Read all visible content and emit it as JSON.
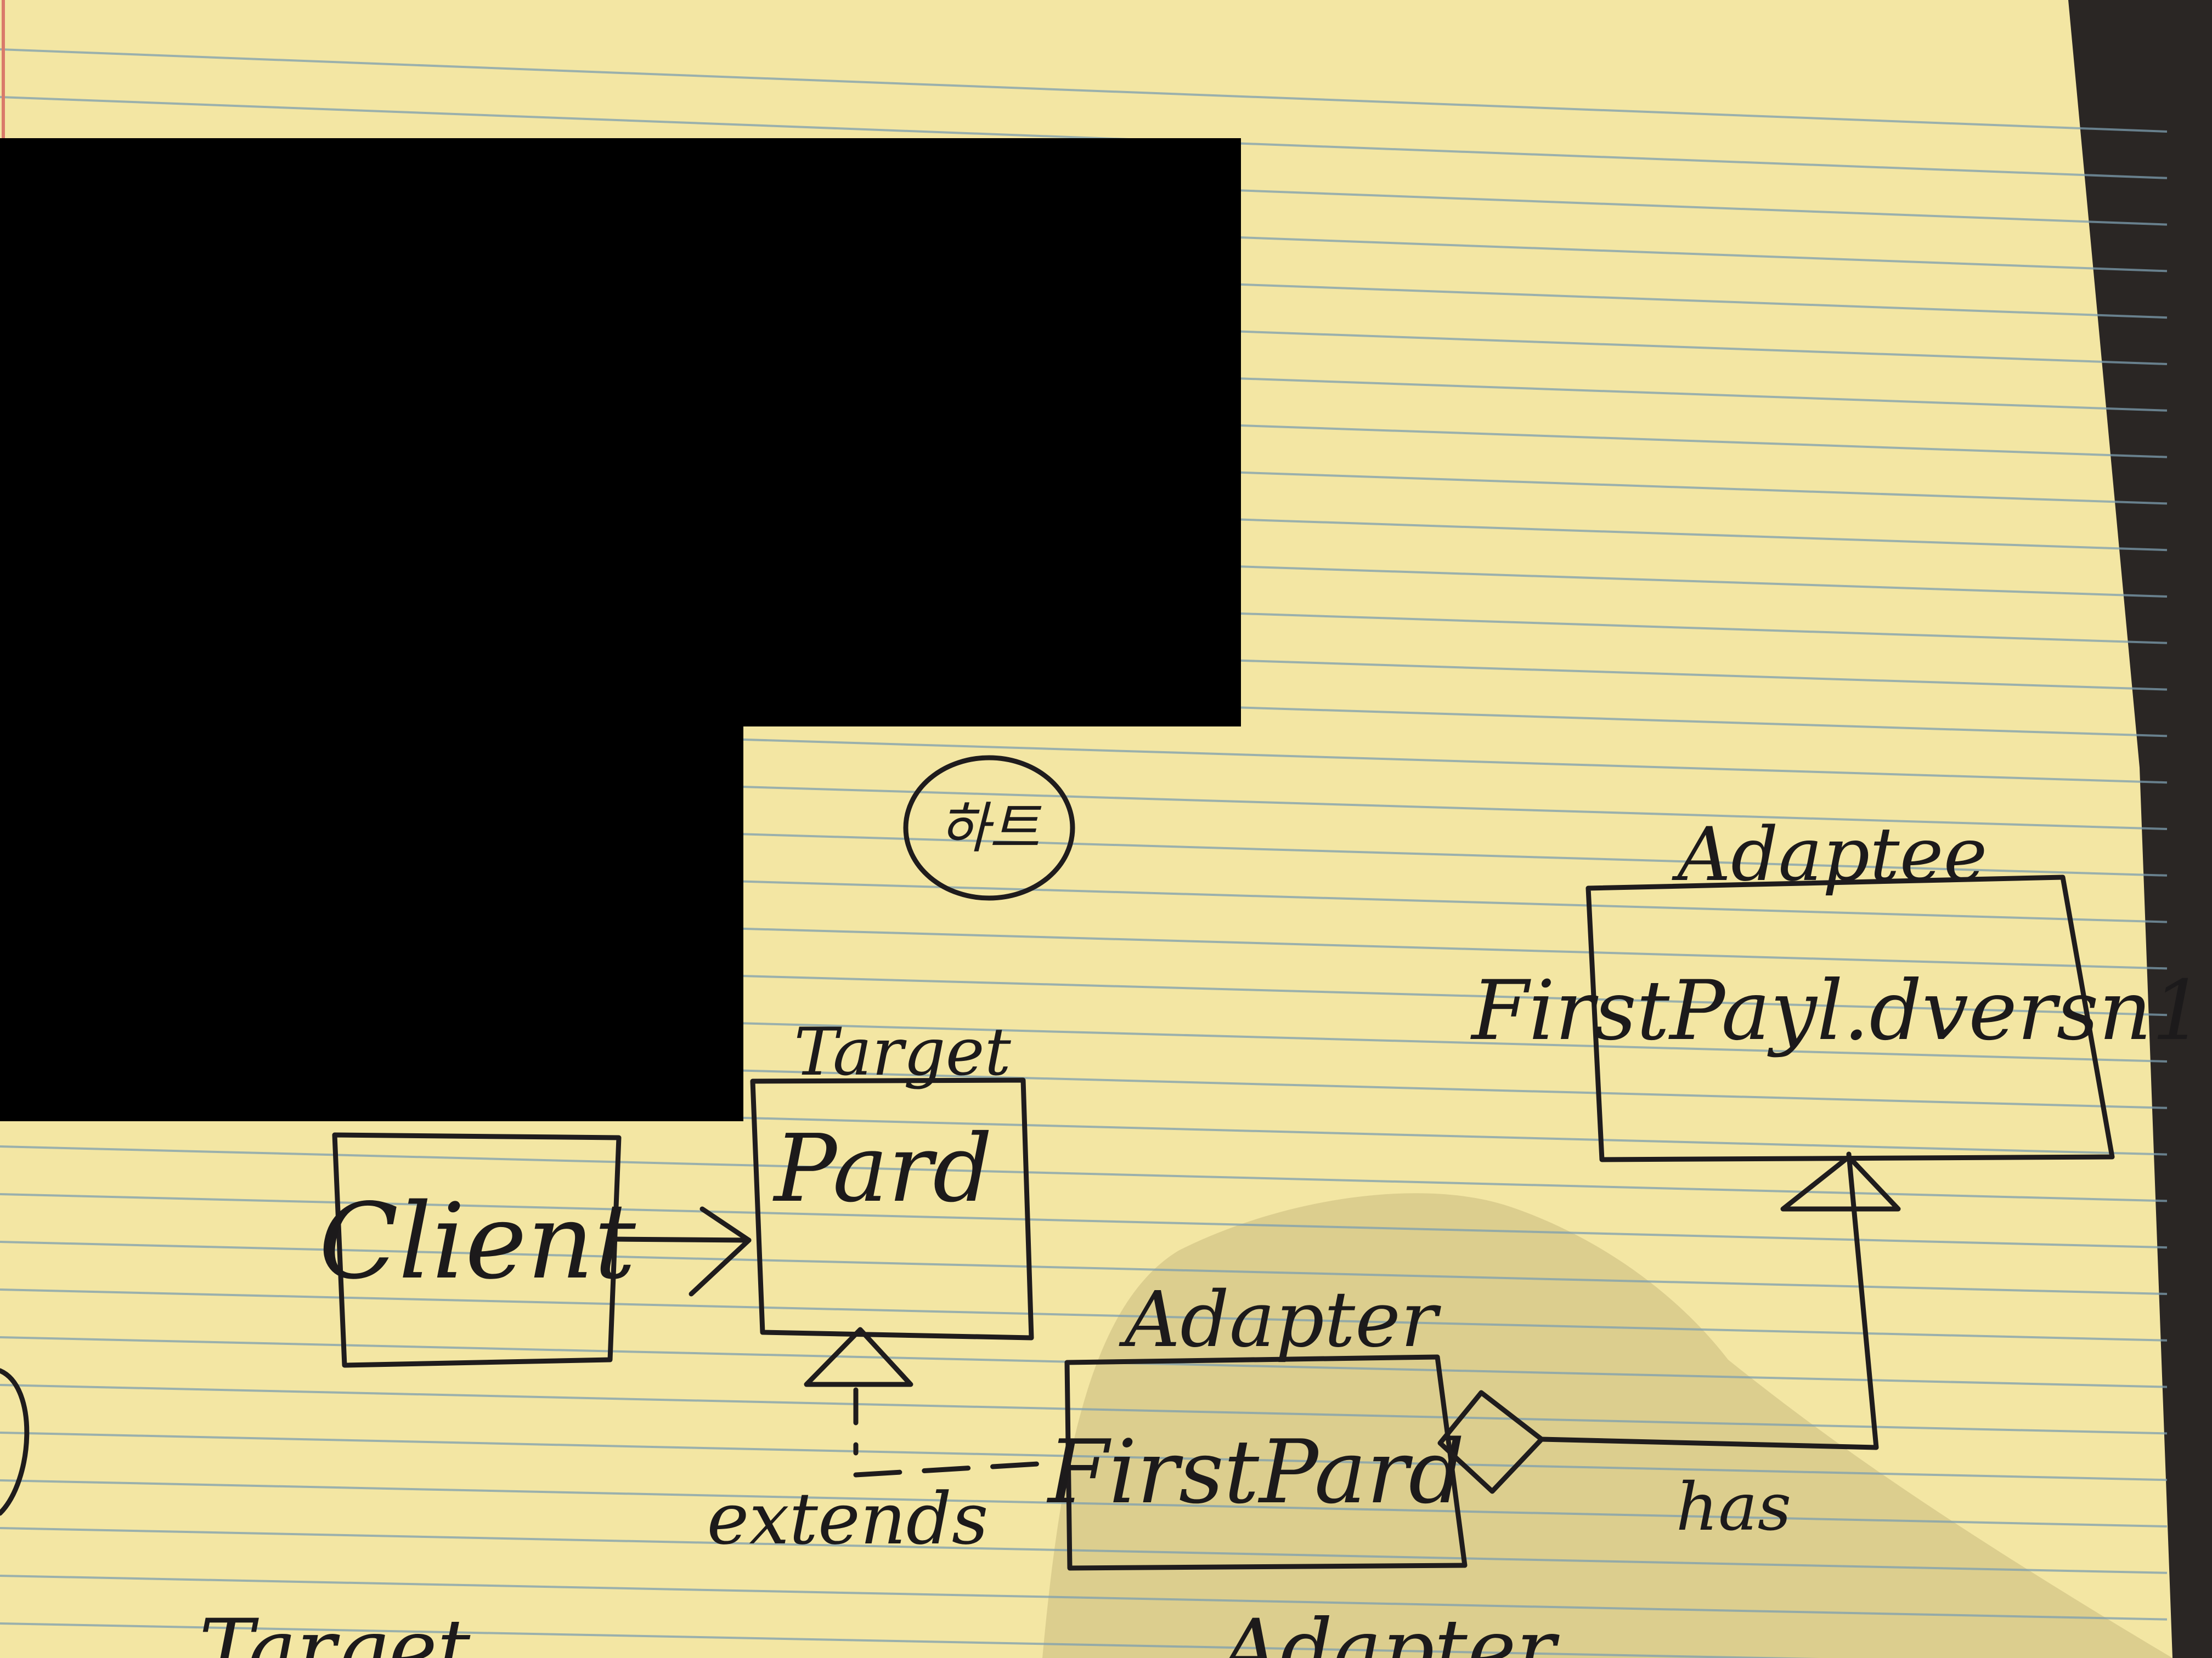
{
  "paper": {
    "color": "#f3e6a3",
    "rule_color": "#7d9fb0",
    "margin_color": "#d97a6a",
    "redaction_color": "#000000"
  },
  "diagram": {
    "circled_note": "하트",
    "classes": {
      "client": {
        "name": "Client"
      },
      "target": {
        "stereotype": "Target",
        "name": "Pard"
      },
      "adapter": {
        "stereotype": "Adapter",
        "name": "FirstPard"
      },
      "adaptee": {
        "stereotype": "Adaptee",
        "name": "FirstPayl.dversn1"
      }
    },
    "relations": {
      "extends_label": "extends",
      "has_label": "has"
    },
    "cut_off_labels": {
      "bottom_left": "Target",
      "bottom_center": "Adapter"
    }
  }
}
